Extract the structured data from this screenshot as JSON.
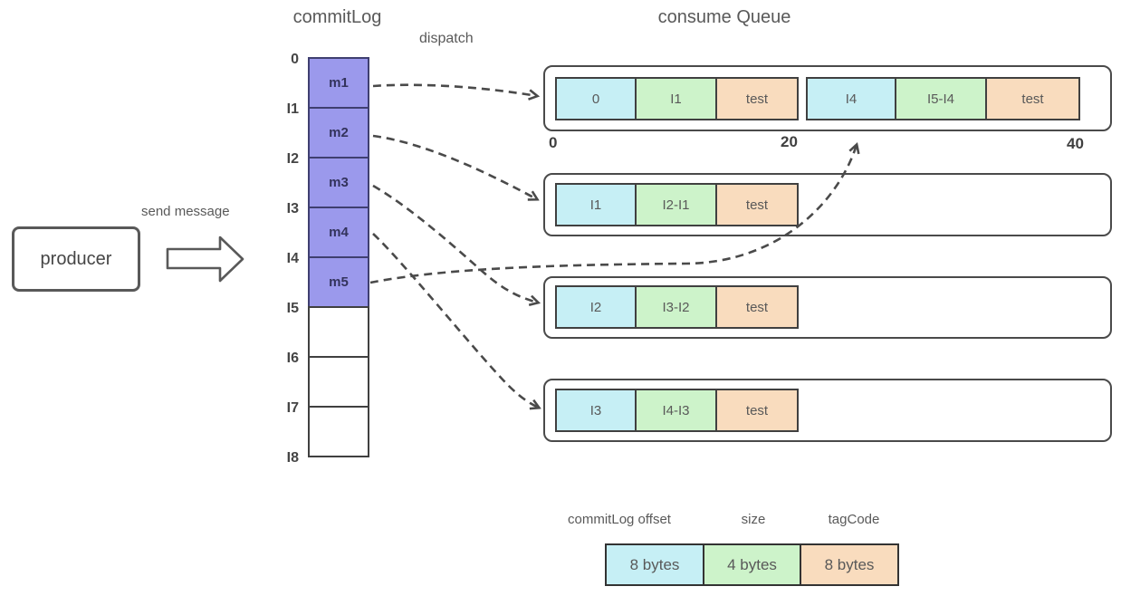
{
  "labels": {
    "commitlog_title": "commitLog",
    "dispatch": "dispatch",
    "consume_queue_title": "consume Queue",
    "send_message": "send message"
  },
  "producer": {
    "label": "producer"
  },
  "commitlog": {
    "offsets": [
      "0",
      "I1",
      "I2",
      "I3",
      "I4",
      "I5",
      "I6",
      "I7",
      "I8"
    ],
    "messages": [
      "m1",
      "m2",
      "m3",
      "m4",
      "m5"
    ],
    "empty_cell_count": 3
  },
  "queues": [
    {
      "records": [
        {
          "offset": "0",
          "size": "I1",
          "tag": "test"
        },
        {
          "offset": "I4",
          "size": "I5-I4",
          "tag": "test"
        }
      ],
      "scale": [
        "0",
        "20",
        "40"
      ]
    },
    {
      "records": [
        {
          "offset": "I1",
          "size": "I2-I1",
          "tag": "test"
        }
      ]
    },
    {
      "records": [
        {
          "offset": "I2",
          "size": "I3-I2",
          "tag": "test"
        }
      ]
    },
    {
      "records": [
        {
          "offset": "I3",
          "size": "I4-I3",
          "tag": "test"
        }
      ]
    }
  ],
  "legend": {
    "headers": [
      "commitLog offset",
      "size",
      "tagCode"
    ],
    "cells": [
      "8 bytes",
      "4 bytes",
      "8 bytes"
    ]
  },
  "colors": {
    "message_fill": "#9B99EC",
    "offset_fill": "#C6EFF5",
    "size_fill": "#CDF3CA",
    "tag_fill": "#F9DCBE",
    "line": "#4A4A4A",
    "text": "#595959"
  }
}
